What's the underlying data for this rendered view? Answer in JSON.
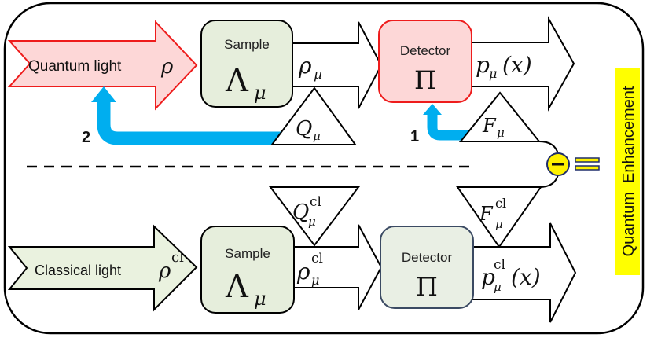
{
  "title": "Quantum vs classical sensing scheme",
  "colors": {
    "quantum_fill": "#fdd7d7",
    "quantum_stroke": "#ee1c1c",
    "sample_fill": "#e6eedc",
    "classical_detector_stroke": "#3b4a63",
    "feedback_arrow": "#00aeef",
    "minus_circle_fill": "#fff200",
    "minus_circle_stroke": "#1f2d6b",
    "highlight": "#ffff00"
  },
  "quantum_row": {
    "source_label": "Quantum light",
    "source_symbol": "ρ",
    "sample_label": "Sample",
    "sample_symbol": "Λ",
    "sample_sub": "μ",
    "state_out_symbol": "ρ",
    "state_out_sub": "μ",
    "detector_label": "Detector",
    "detector_symbol": "Π",
    "output_symbol": "p",
    "output_sub": "μ",
    "output_arg": "(x)",
    "qfi_symbol": "Q",
    "qfi_sub": "μ",
    "cfi_symbol": "F",
    "cfi_sub": "μ"
  },
  "feedback": {
    "arrow1_label": "1",
    "arrow2_label": "2"
  },
  "classical_row": {
    "source_label": "Classical light",
    "source_symbol": "ρ",
    "source_sup": "cl",
    "sample_label": "Sample",
    "sample_symbol": "Λ",
    "sample_sub": "μ",
    "state_out_symbol": "ρ",
    "state_out_sup": "cl",
    "state_out_sub": "μ",
    "detector_label": "Detector",
    "detector_symbol": "Π",
    "output_symbol": "p",
    "output_sup": "cl",
    "output_sub": "μ",
    "output_arg": "(x)",
    "qfi_symbol": "Q",
    "qfi_sup": "cl",
    "qfi_sub": "μ",
    "cfi_symbol": "F",
    "cfi_sup": "cl",
    "cfi_sub": "μ"
  },
  "comparison": {
    "operator": "−",
    "equals": "=",
    "result_label": "Quantum  Enhancement"
  }
}
